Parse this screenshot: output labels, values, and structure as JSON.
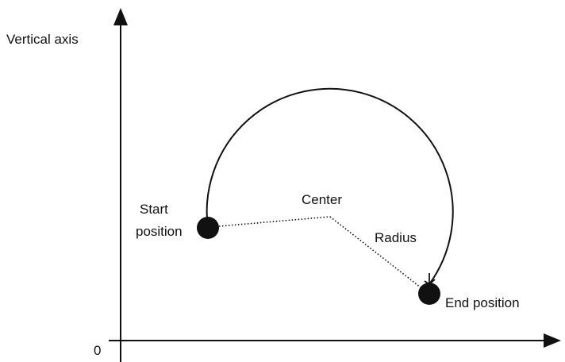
{
  "labels": {
    "vertical_axis": "Vertical axis",
    "origin": "0",
    "start_line1": "Start",
    "start_line2": "position",
    "center": "Center",
    "radius": "Radius",
    "end_position": "End position"
  }
}
